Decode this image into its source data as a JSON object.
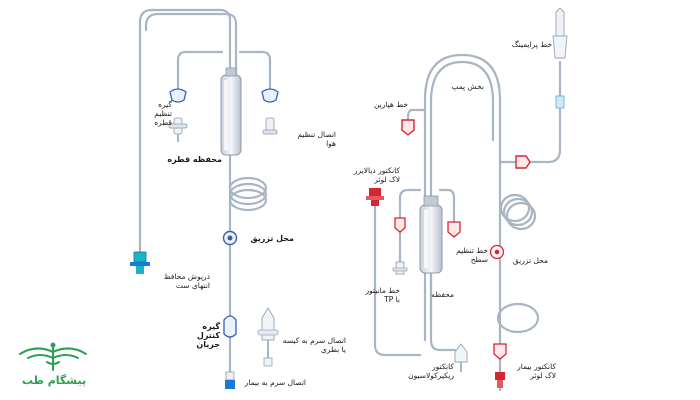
{
  "colors": {
    "tube": "#a9b4c4",
    "tube_dark": "#7e8aa0",
    "clamp_red": "#d42631",
    "connector_blue": "#1a7bd6",
    "connector_teal": "#19b4c8",
    "logo_green": "#2e9e55"
  },
  "left_set": {
    "drip_clamp": {
      "line1": "گیره",
      "line2": "تنظیم",
      "line3": "قطره"
    },
    "drip_chamber": "محفظه قطره",
    "air_connector": {
      "line1": "اتصال تنظیم",
      "line2": "هوا"
    },
    "injection_site": "محل تزریق",
    "end_protector": {
      "line1": "درپوش محافظ",
      "line2": "انتهای ست"
    },
    "flow_clamp": {
      "line1": "گیره",
      "line2": "کنترل",
      "line3": "جریان"
    },
    "bag_connector": {
      "line1": "اتصال سرم به کیسه",
      "line2": "یا بطری"
    },
    "patient_connector": "اتصال سرم به بیمار"
  },
  "right_set": {
    "priming_line": "خط پرایمینگ",
    "pump_segment": "بخش پمپ",
    "heparin_line": "خط هپارین",
    "dialyzer_connector": {
      "line1": "کانکتور دیالایزر",
      "line2": "لاک لوئر"
    },
    "level_line": {
      "line1": "خط تنظیم",
      "line2": "سطح"
    },
    "monitor_line": {
      "line1": "خط مانیتور",
      "line2": "با TP"
    },
    "chamber": "محفظه",
    "injection_site": "محل تزریق",
    "recirculation_connector": {
      "line1": "کانکتور",
      "line2": "ریکیرکولاسیون"
    },
    "patient_connector": {
      "line1": "کانکتور بیمار",
      "line2": "لاک لوئر"
    }
  },
  "logo": {
    "text": "پیشگام طب"
  }
}
